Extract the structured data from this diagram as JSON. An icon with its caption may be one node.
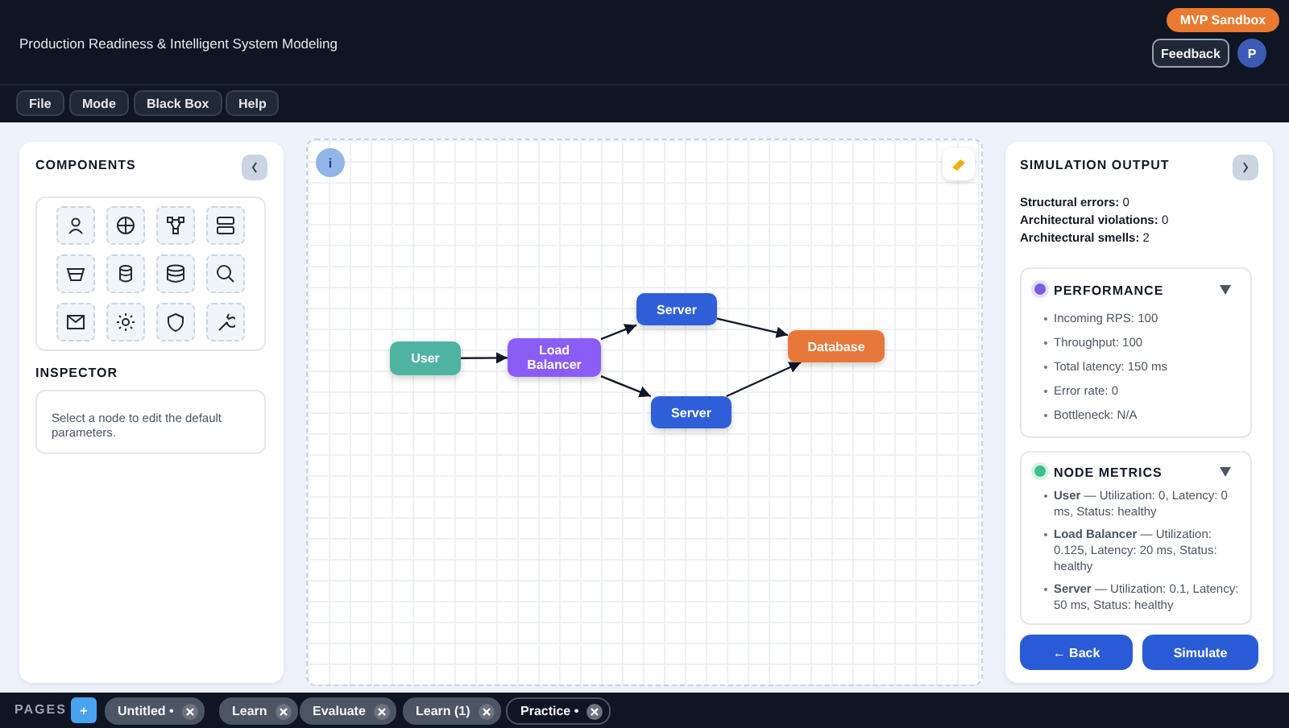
{
  "diagram": {
    "nodes": [
      {
        "text": [
          "User"
        ]
      },
      {
        "text": [
          "Load Balancer"
        ]
      },
      {
        "text": [
          "Server"
        ]
      },
      {
        "text": [
          "Server"
        ]
      },
      {
        "text": [
          "Database"
        ]
      }
    ],
    "edges": [
      {
        "from": 0,
        "to": 1,
        "arrow": "to"
      },
      {
        "from": 1,
        "to": 2,
        "arrow": "to"
      },
      {
        "from": 1,
        "to": 3,
        "arrow": "to"
      },
      {
        "from": 2,
        "to": 4,
        "arrow": "to"
      },
      {
        "from": 3,
        "to": 4,
        "arrow": "to"
      }
    ],
    "labels": [
      "Production Readiness & Intelligent System Modeling",
      "MVP Sandbox",
      "Feedback",
      "P",
      "File",
      "Mode",
      "Black Box",
      "Help",
      "COMPONENTS",
      "INSPECTOR",
      "Select a node to edit the default parameters.",
      "i",
      "SIMULATION OUTPUT",
      "**Structural errors:** 0",
      "**Architectural violations:** 0",
      "**Architectural smells:** 2",
      "PERFORMANCE",
      "Incoming RPS: 100",
      "Throughput: 100",
      "Total latency: 150 ms",
      "Error rate: 0",
      "Bottleneck: N/A",
      "NODE METRICS",
      "**User** — Utilization: 0, Latency: 0 ms, Status: healthy",
      "**Load Balancer** — Utilization: 0.125, Latency: 20 ms, Status: healthy",
      "**Server** — Utilization: 0.1, Latency: 50 ms, Status: healthy",
      "← Back",
      "Simulate",
      "PAGES",
      "+",
      "Untitled •",
      "Learn",
      "Evaluate",
      "Learn (1)",
      "Practice •"
    ]
  }
}
